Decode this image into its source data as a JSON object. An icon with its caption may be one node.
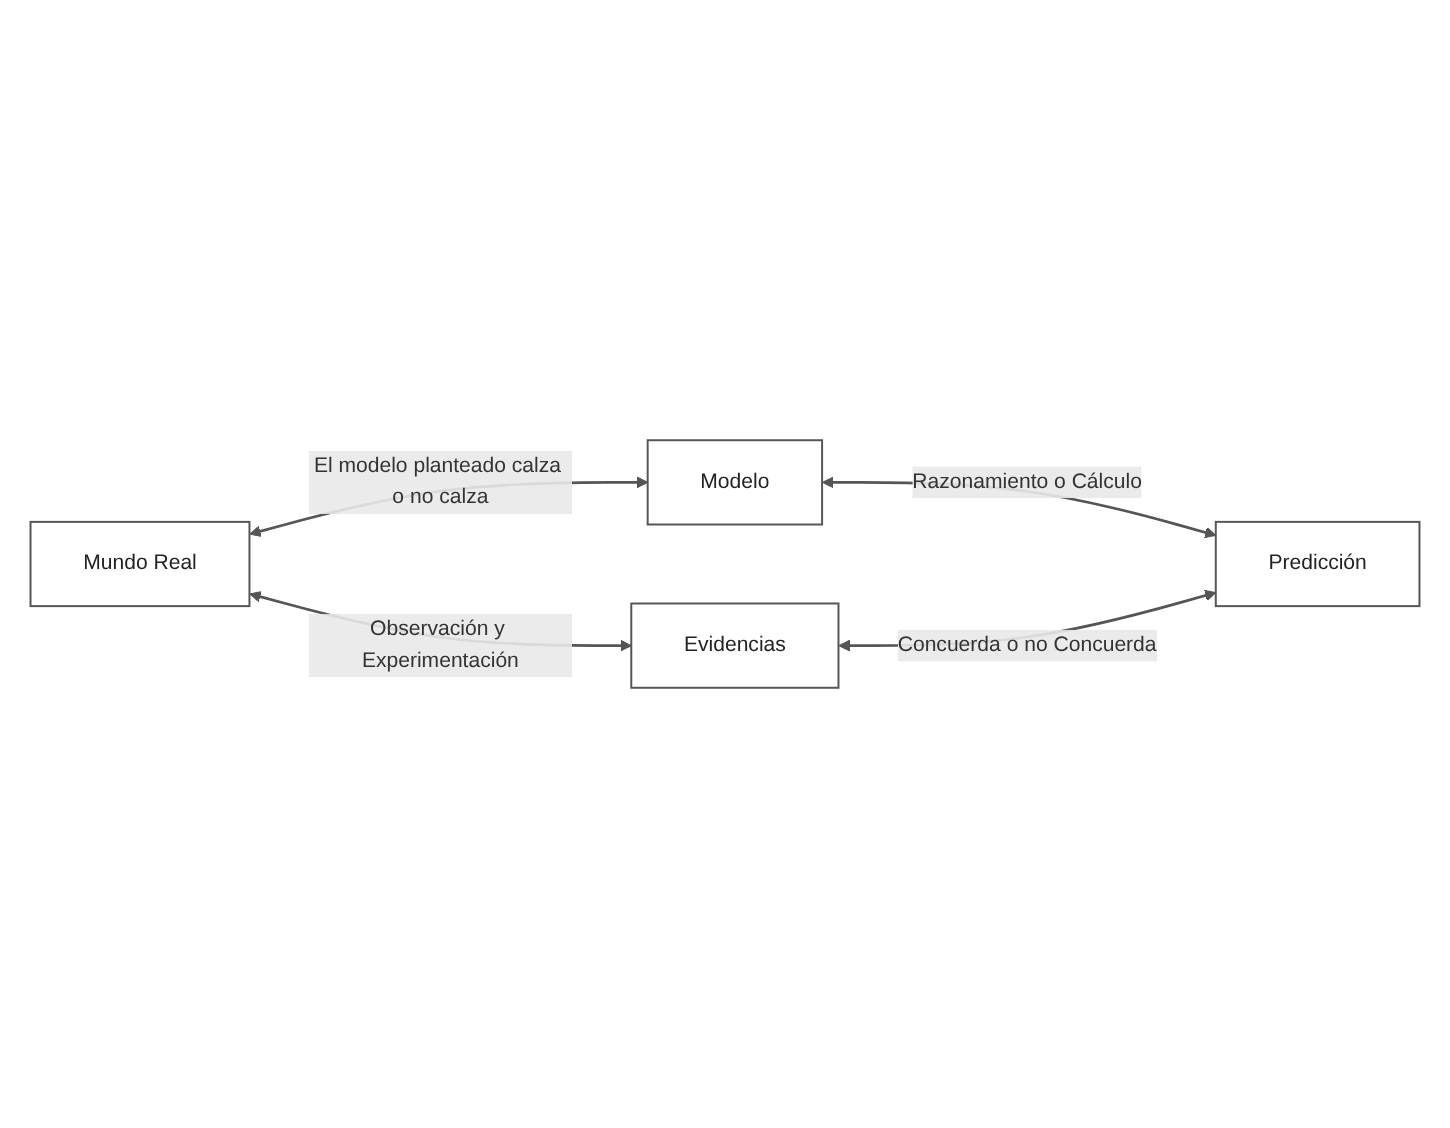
{
  "diagram": {
    "nodes": [
      {
        "text": [
          "Mundo Real"
        ]
      },
      {
        "text": [
          "Modelo"
        ]
      },
      {
        "text": [
          "Evidencias"
        ]
      },
      {
        "text": [
          "Predicción"
        ]
      }
    ],
    "edges": [
      {
        "from": 0,
        "to": 1,
        "arrow": "both",
        "label": "El modelo planteado calza o no calza"
      },
      {
        "from": 0,
        "to": 2,
        "arrow": "both",
        "label": "Observación y Experimentación"
      },
      {
        "from": 1,
        "to": 3,
        "arrow": "both",
        "label": "Razonamiento o Cálculo"
      },
      {
        "from": 2,
        "to": 3,
        "arrow": "both",
        "label": "Concuerda o no Concuerda"
      }
    ]
  }
}
